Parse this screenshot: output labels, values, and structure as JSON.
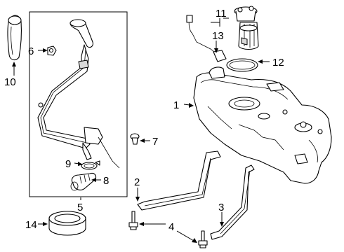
{
  "diagram": {
    "callouts": [
      {
        "id": "c1",
        "label": "1",
        "part": "fuel tank"
      },
      {
        "id": "c2",
        "label": "2",
        "part": "front tank strap"
      },
      {
        "id": "c3",
        "label": "3",
        "part": "rear tank strap"
      },
      {
        "id": "c4",
        "label": "4",
        "part": "strap bolt"
      },
      {
        "id": "c5",
        "label": "5",
        "part": "filler pipe assembly"
      },
      {
        "id": "c6",
        "label": "6",
        "part": "retaining clip"
      },
      {
        "id": "c7",
        "label": "7",
        "part": "push pin"
      },
      {
        "id": "c8",
        "label": "8",
        "part": "filler hose"
      },
      {
        "id": "c9",
        "label": "9",
        "part": "hose clamp"
      },
      {
        "id": "c10",
        "label": "10",
        "part": "filler door housing cover"
      },
      {
        "id": "c11",
        "label": "11",
        "part": "fuel pump module"
      },
      {
        "id": "c12",
        "label": "12",
        "part": "lock ring seal"
      },
      {
        "id": "c13",
        "label": "13",
        "part": "fuel level sender"
      },
      {
        "id": "c14",
        "label": "14",
        "part": "lock ring"
      }
    ]
  }
}
